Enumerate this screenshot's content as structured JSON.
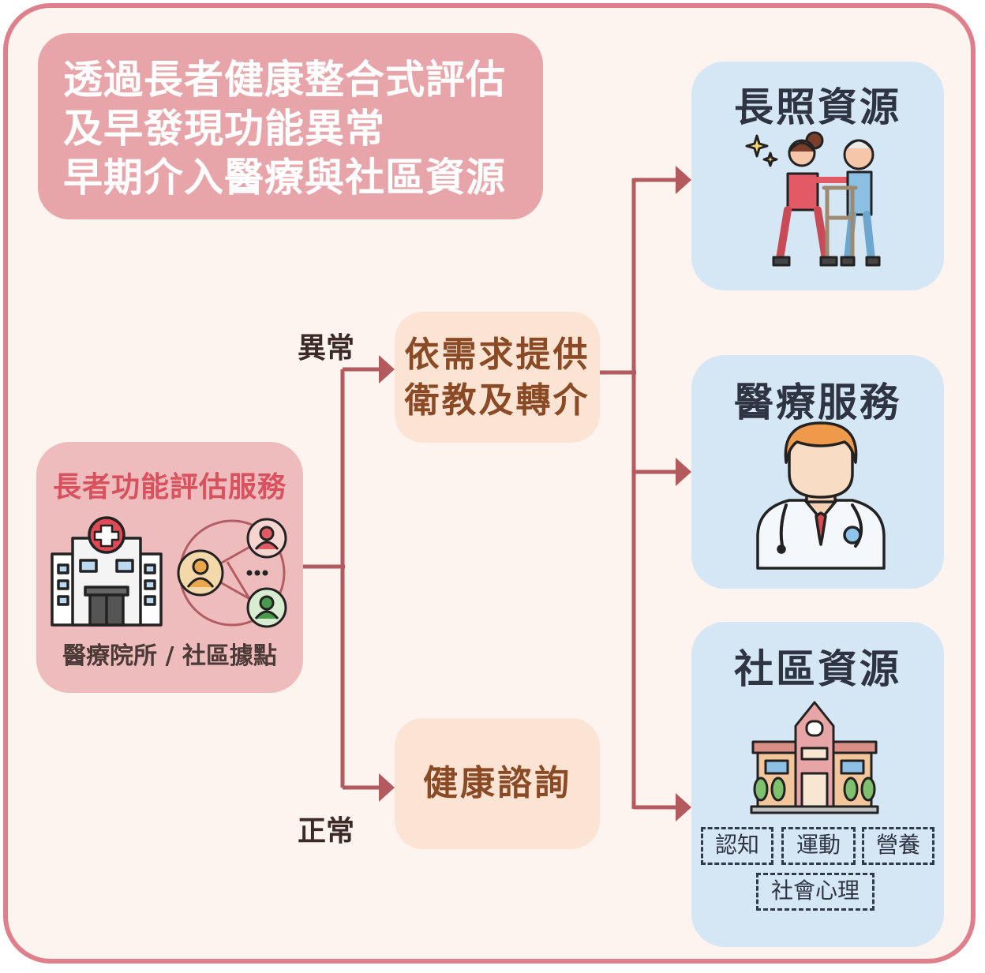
{
  "title": {
    "lines": [
      "透過長者健康整合式評估",
      "及早發現功能異常",
      "早期介入醫療與社區資源"
    ]
  },
  "service": {
    "title": "長者功能評估服務",
    "subtitle": "醫療院所 / 社區據點",
    "icons": [
      "hospital-icon",
      "community-network-icon"
    ]
  },
  "branches": {
    "abnormal": {
      "label": "異常",
      "box_lines": [
        "依需求提供",
        "衛教及轉介"
      ]
    },
    "normal": {
      "label": "正常",
      "box_text": "健康諮詢"
    }
  },
  "resources": {
    "ltc": {
      "title": "長照資源",
      "icon": "caregiver-elder-walker-icon"
    },
    "medical": {
      "title": "醫療服務",
      "icon": "doctor-icon"
    },
    "community": {
      "title": "社區資源",
      "icon": "community-building-icon",
      "tags": [
        "認知",
        "運動",
        "營養",
        "社會心理"
      ]
    }
  },
  "colors": {
    "frame": "#e07f8c",
    "background": "#fdf3ef",
    "title_box": "#e8a5a9",
    "service_box": "#efbcbd",
    "mid_box": "#fbe4d3",
    "resource_box": "#d5e6f4",
    "connector": "#b25a5e"
  }
}
